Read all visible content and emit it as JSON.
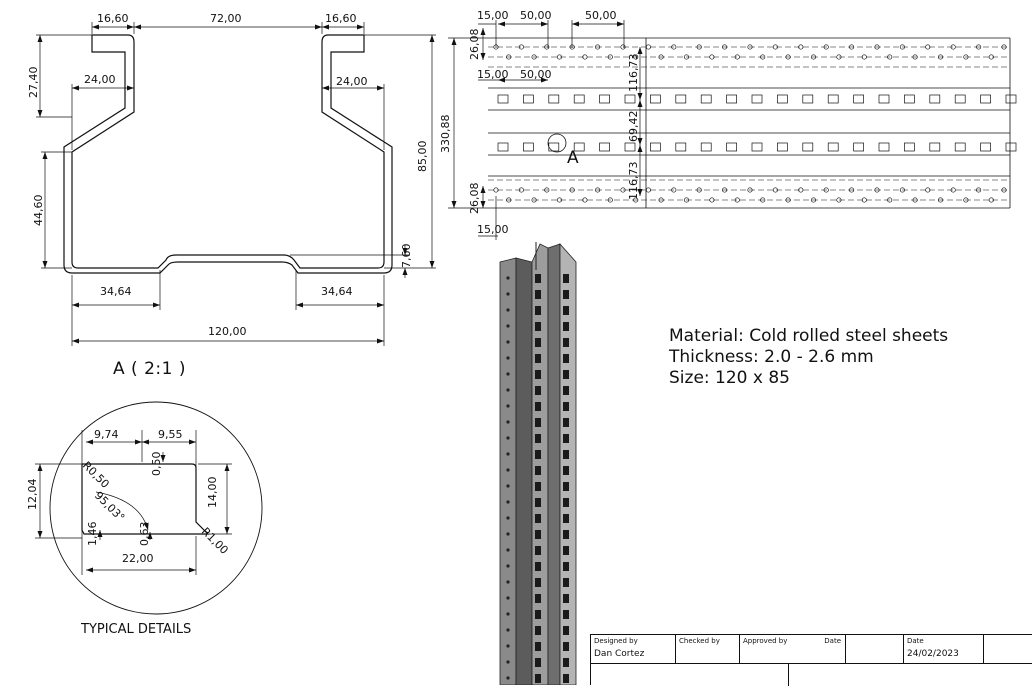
{
  "profile_section": {
    "dims": {
      "flange_left": "16,60",
      "opening": "72,00",
      "flange_right": "16,60",
      "lip_height": "27,40",
      "lip_left": "24,00",
      "lip_right": "24,00",
      "total_height": "85,00",
      "lower_height": "44,60",
      "recess_depth": "7,60",
      "bottom_left": "34,64",
      "bottom_right": "34,64",
      "total_width": "120,00"
    }
  },
  "hole_pattern": {
    "dims": {
      "top_offset": "15,00",
      "pitch_1": "50,00",
      "pitch_2": "50,00",
      "row_edge_top": "26,08",
      "slot_offset": "15,00",
      "slot_pitch": "50,00",
      "row_gap_1": "116,73",
      "overall": "330,88",
      "row_gap_2": "69,42",
      "row_gap_3": "116,73",
      "row_edge_bottom": "26,08",
      "bottom_offset": "15,00"
    },
    "detail_marker": "A"
  },
  "detail_view": {
    "scale_label": "A ( 2:1 )",
    "caption": "TYPICAL DETAILS",
    "dims": {
      "left_w": "9,74",
      "right_w": "9,55",
      "radius_1": "R0,50",
      "gap_1": "0,50",
      "height_outer": "12,04",
      "angle": "95,03°",
      "height_inner": "14,00",
      "small_1": "1,46",
      "small_2": "0,63",
      "radius_2": "R1,00",
      "slot_width": "22,00"
    }
  },
  "notes": {
    "material": "Material: Cold rolled steel sheets",
    "thickness": "Thickness: 2.0 - 2.6 mm",
    "size": "Size: 120 x 85"
  },
  "title_block": {
    "designed_by_label": "Designed by",
    "designed_by_value": "Dan Cortez",
    "checked_by_label": "Checked by",
    "approved_by_label": "Approved by",
    "date_label_1": "Date",
    "date_label_2": "Date",
    "date_value": "24/02/2023"
  }
}
